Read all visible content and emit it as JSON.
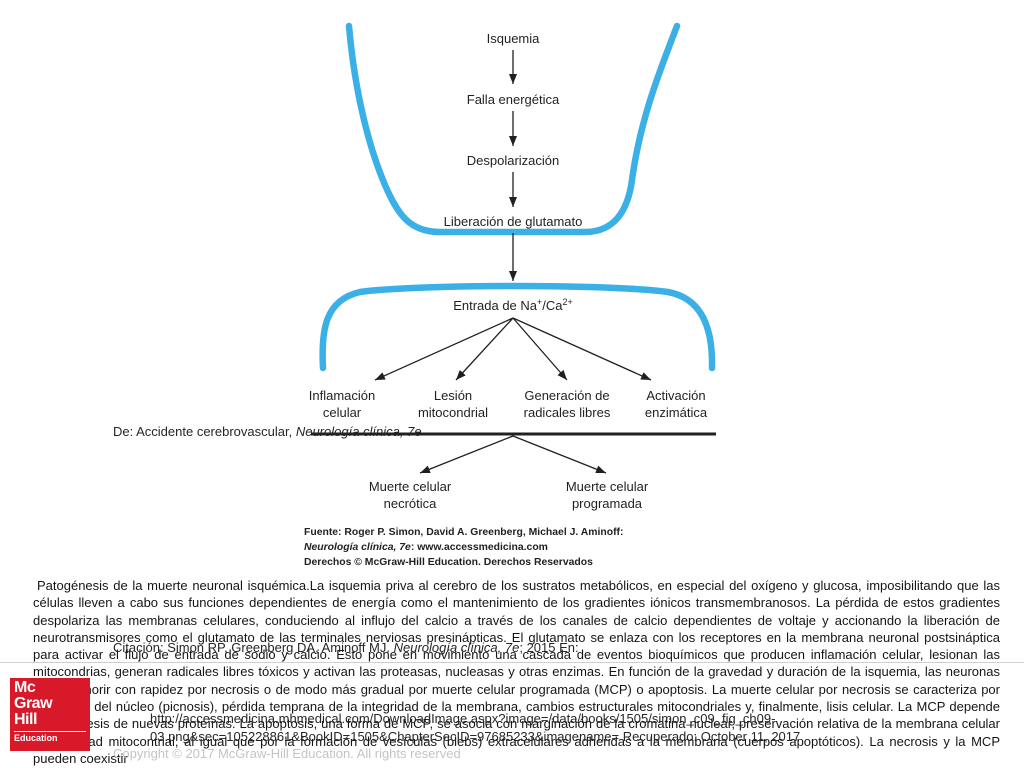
{
  "diagram": {
    "nodes": {
      "isquemia": "Isquemia",
      "falla": "Falla energética",
      "despolarizacion": "Despolarización",
      "liberacion": "Liberación de glutamato",
      "entrada_prefix": "Entrada de Na",
      "entrada_sup1": "+",
      "entrada_mid": "/Ca",
      "entrada_sup2": "2+"
    },
    "effects": [
      {
        "line1": "Inflamación",
        "line2": "celular"
      },
      {
        "line1": "Lesión",
        "line2": "mitocondrial"
      },
      {
        "line1": "Generación de",
        "line2": "radicales libres"
      },
      {
        "line1": "Activación",
        "line2": "enzimática"
      }
    ],
    "outcomes": [
      {
        "line1": "Muerte celular",
        "line2": "necrótica"
      },
      {
        "line1": "Muerte celular",
        "line2": "programada"
      }
    ],
    "source": {
      "line1": "Fuente: Roger P. Simon, David A. Greenberg, Michael J. Aminoff:",
      "line2_italic": "Neurología clínica, 7e",
      "line2_rest": ": www.accessmedicina.com",
      "line3": "Derechos © McGraw-Hill Education. Derechos Reservados"
    },
    "colors": {
      "bracket": "#3ab0e6",
      "ink": "#231f20"
    }
  },
  "citation": {
    "from_prefix": "De: Accidente cerebrovascular, ",
    "from_italic": "Neurología clínica, 7e",
    "citation_prefix": "Citación: Simon RP, Greenberg DA, Aminoff MJ. ",
    "citation_italic": "Neurología clínica, 7e",
    "citation_suffix": "; 2015 En:",
    "url_line1": "http://accessmedicina.mhmedical.com/DownloadImage.aspx?image=/data/books/1505/simon_c09_fig_ch09-",
    "url_line2": "03.png&sec=105228861&BookID=1505&ChapterSecID=97685233&imagename= Recuperado: October 11, 2017",
    "copyright": "Copyright © 2017 McGraw-Hill Education. All rights reserved"
  },
  "caption": {
    "text": "Patogénesis de la muerte neuronal isquémica.La isquemia priva al cerebro de los sustratos metabólicos, en especial del oxígeno y glucosa, imposibilitando que las células lleven a cabo sus funciones dependientes de energía como el mantenimiento de los gradientes iónicos transmembranosos. La pérdida de estos gradientes despolariza las membranas celulares, conduciendo al influjo del calcio a través de los canales de calcio dependientes de voltaje y accionando la liberación de neurotransmisores como el glutamato de las terminales nerviosas presinápticas. El glutamato se enlaza con los receptores en la membrana neuronal postsináptica para activar el flujo de entrada de sodio y calcio. Esto pone en movimiento una cascada de eventos bioquímicos que producen inflamación celular, lesionan las mitocondrias, generan radicales libres tóxicos y activan las proteasas, nucleasas y otras enzimas. En función de la gravedad y duración de la isquemia, las neuronas pueden morir con rapidez por necrosis o de modo más gradual por muerte celular programada (MCP) o apoptosis. La muerte celular por necrosis se caracteriza por retracción del núcleo (picnosis), pérdida temprana de la integridad de la membrana, cambios estructurales mitocondriales y, finalmente, lisis celular. La MCP depende de la síntesis de nuevas proteínas. La apoptosis, una forma de MCP, se asocia con marginación de la cromatina nuclear, preservación relativa de la membrana celular e integridad mitocontrial, al igual que por la formación de vesículas (blebs) extracelulares adheridas a la membrana (cuerpos apoptóticos). La necrosis y la MCP pueden coexistir"
  },
  "logo": {
    "line1": "Mc",
    "line2": "Graw",
    "line3": "Hill",
    "line4": "Education",
    "background": "#d7192a"
  }
}
